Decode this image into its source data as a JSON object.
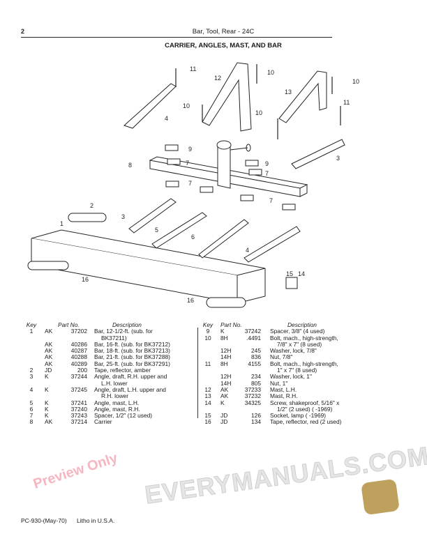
{
  "header": {
    "page_number": "2",
    "running_title": "Bar, Tool, Rear - 24C",
    "section_title": "CARRIER, ANGLES, MAST, AND BAR"
  },
  "diagram": {
    "callouts": [
      "1",
      "2",
      "3",
      "3",
      "4",
      "4",
      "5",
      "6",
      "7",
      "7",
      "7",
      "7",
      "8",
      "9",
      "9",
      "10",
      "10",
      "10",
      "11",
      "11",
      "12",
      "13",
      "14",
      "15",
      "16",
      "16"
    ]
  },
  "watermark": {
    "text": "EVERYMANUALS.COM",
    "preview": "Preview Only"
  },
  "table_headers": {
    "key": "Key",
    "part_no": "Part No.",
    "description": "Description"
  },
  "parts_left": [
    {
      "key": "1",
      "code": "AK",
      "part": "37202",
      "desc": "Bar, 12-1/2-ft. (sub. for"
    },
    {
      "key": "",
      "code": "",
      "part": "",
      "desc": "  BK37211)"
    },
    {
      "key": "",
      "code": "AK",
      "part": "40286",
      "desc": "Bar, 16-ft. (sub. for BK37212)"
    },
    {
      "key": "",
      "code": "AK",
      "part": "40287",
      "desc": "Bar, 18-ft. (sub. for BK37213)"
    },
    {
      "key": "",
      "code": "AK",
      "part": "40288",
      "desc": "Bar, 21-ft. (sub. for BK37288)"
    },
    {
      "key": "",
      "code": "AK",
      "part": "40289",
      "desc": "Bar, 25-ft. (sub. for BK37291)"
    },
    {
      "key": "2",
      "code": "JD",
      "part": "200",
      "desc": "Tape, reflector, amber"
    },
    {
      "key": "3",
      "code": "K",
      "part": "37244",
      "desc": "Angle, draft, R.H. upper and"
    },
    {
      "key": "",
      "code": "",
      "part": "",
      "desc": "  L.H. lower"
    },
    {
      "key": "4",
      "code": "K",
      "part": "37245",
      "desc": "Angle, draft, L.H. upper and"
    },
    {
      "key": "",
      "code": "",
      "part": "",
      "desc": "  R.H. lower"
    },
    {
      "key": "5",
      "code": "K",
      "part": "37241",
      "desc": "Angle, mast, L.H."
    },
    {
      "key": "6",
      "code": "K",
      "part": "37240",
      "desc": "Angle, mast, R.H."
    },
    {
      "key": "7",
      "code": "K",
      "part": "37243",
      "desc": "Spacer, 1/2\" (12 used)"
    },
    {
      "key": "8",
      "code": "AK",
      "part": "37214",
      "desc": "Carrier"
    }
  ],
  "parts_right": [
    {
      "key": "9",
      "code": "K",
      "part": "37242",
      "desc": "Spacer, 3/8\" (4 used)"
    },
    {
      "key": "10",
      "code": "8H",
      "part": ".4491",
      "desc": "Bolt, mach., high-strength,"
    },
    {
      "key": "",
      "code": "",
      "part": "",
      "desc": "  7/8\" x 7\" (8 used)"
    },
    {
      "key": "",
      "code": "12H",
      "part": "245",
      "desc": "Washer, lock, 7/8\""
    },
    {
      "key": "",
      "code": "14H",
      "part": "836",
      "desc": "Nut, 7/8\""
    },
    {
      "key": "11",
      "code": "8H",
      "part": "4155",
      "desc": "Bolt, mach., high-strength,"
    },
    {
      "key": "",
      "code": "",
      "part": "",
      "desc": "  1\" x 7\" (8 used)"
    },
    {
      "key": "",
      "code": "12H",
      "part": "234",
      "desc": "Washer, lock, 1\""
    },
    {
      "key": "",
      "code": "14H",
      "part": "805",
      "desc": "Nut, 1\""
    },
    {
      "key": "12",
      "code": "AK",
      "part": "37233",
      "desc": "Mast, L.H."
    },
    {
      "key": "13",
      "code": "AK",
      "part": "37232",
      "desc": "Mast, R.H."
    },
    {
      "key": "14",
      "code": "K",
      "part": "34325",
      "desc": "Screw, shakeproof, 5/16\" x"
    },
    {
      "key": "",
      "code": "",
      "part": "",
      "desc": "  1/2\" (2 used) (        -1969)"
    },
    {
      "key": "15",
      "code": "JD",
      "part": "126",
      "desc": "Socket, lamp (        -1969)"
    },
    {
      "key": "16",
      "code": "JD",
      "part": "134",
      "desc": "Tape, reflector, red (2 used)"
    }
  ],
  "footer": {
    "code": "PC-930-(May-70)",
    "litho": "Litho in U.S.A."
  }
}
